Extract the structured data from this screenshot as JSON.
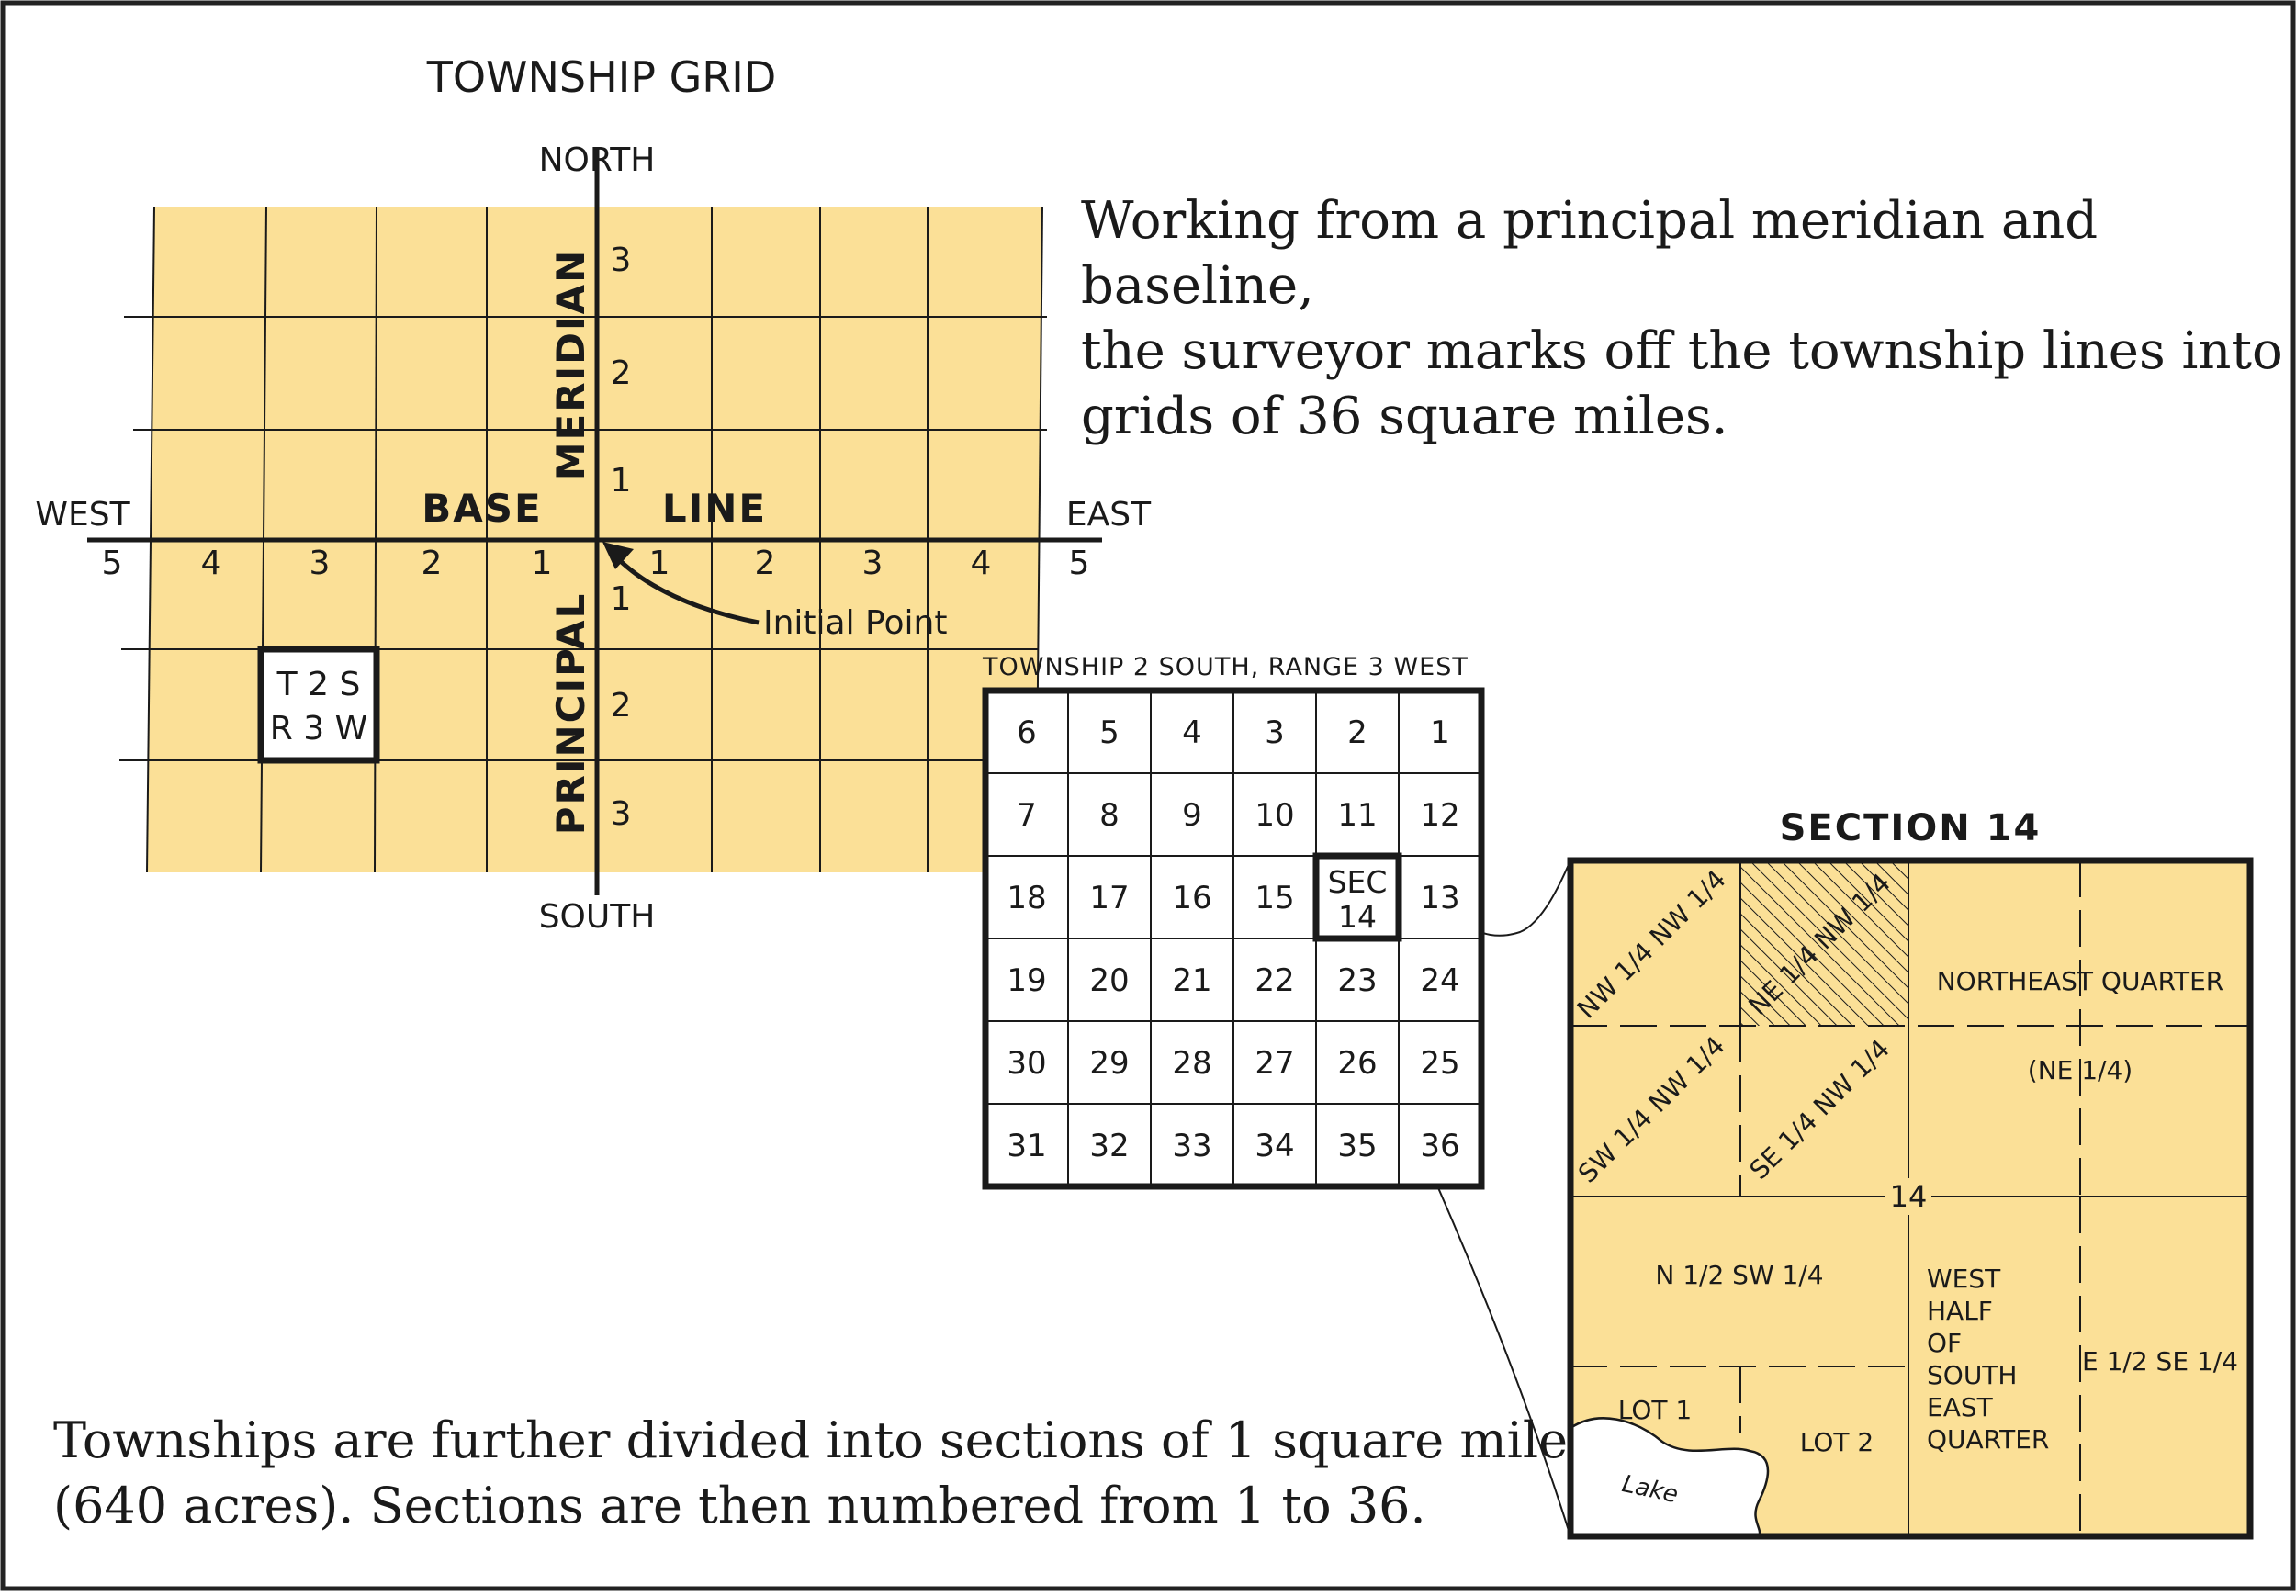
{
  "colors": {
    "fill": "#fbe097",
    "ink": "#1a1a1a",
    "frame": "#222222",
    "white": "#ffffff"
  },
  "township_grid": {
    "title": "TOWNSHIP GRID",
    "north": "NORTH",
    "south": "SOUTH",
    "west": "WEST",
    "east": "EAST",
    "base": "BASE",
    "line": "LINE",
    "meridian": "MERIDIAN",
    "principal": "PRINCIPAL",
    "range_west_numbers": [
      "5",
      "4",
      "3",
      "2",
      "1"
    ],
    "range_east_numbers": [
      "1",
      "2",
      "3",
      "4",
      "5"
    ],
    "tier_north_numbers": [
      "1",
      "2",
      "3"
    ],
    "tier_south_numbers": [
      "1",
      "2",
      "3"
    ],
    "initial_point": "Initial Point",
    "highlight_line1": "T 2 S",
    "highlight_line2": "R 3 W"
  },
  "intro_text": {
    "line1": "Working from a principal meridian and baseline,",
    "line2": "the surveyor marks off the township lines into",
    "line3": "grids of 36 square miles."
  },
  "township_detail": {
    "title": "TOWNSHIP 2 SOUTH, RANGE 3 WEST",
    "rows": [
      [
        "6",
        "5",
        "4",
        "3",
        "2",
        "1"
      ],
      [
        "7",
        "8",
        "9",
        "10",
        "11",
        "12"
      ],
      [
        "18",
        "17",
        "16",
        "15",
        "SEC 14",
        "13"
      ],
      [
        "19",
        "20",
        "21",
        "22",
        "23",
        "24"
      ],
      [
        "30",
        "29",
        "28",
        "27",
        "26",
        "25"
      ],
      [
        "31",
        "32",
        "33",
        "34",
        "35",
        "36"
      ]
    ],
    "highlight_line1": "SEC",
    "highlight_line2": "14"
  },
  "section": {
    "title": "SECTION 14",
    "nw_nw": "NW 1/4 NW 1/4",
    "ne_nw": "NE 1/4 NW 1/4",
    "sw_nw": "SW 1/4 NW 1/4",
    "se_nw": "SE 1/4 NW 1/4",
    "northeast_quarter": "NORTHEAST QUARTER",
    "ne_quarter_abbr": "(NE 1/4)",
    "center_number": "14",
    "n_half_sw": "N 1/2 SW 1/4",
    "west_half_se": [
      "WEST",
      "HALF",
      "OF",
      "SOUTH",
      "EAST",
      "QUARTER"
    ],
    "e_half_se": "E 1/2 SE 1/4",
    "lot1": "LOT 1",
    "lot2": "LOT 2",
    "lake": "Lake"
  },
  "bottom_text": {
    "line1": "Townships are further divided into sections of 1 square mile",
    "line2": "(640 acres). Sections are then numbered from 1 to 36."
  }
}
